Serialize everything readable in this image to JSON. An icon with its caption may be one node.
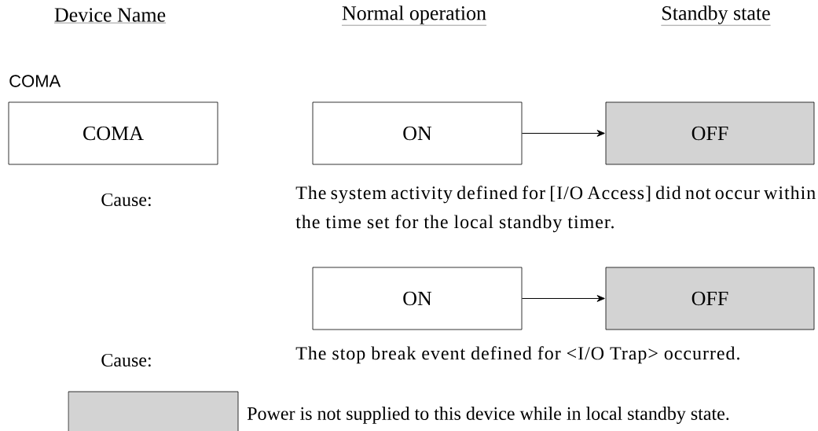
{
  "diagram": {
    "nodes": [
      {
        "text": [
          "COMA"
        ]
      },
      {
        "text": [
          "ON"
        ]
      },
      {
        "text": [
          "OFF"
        ]
      },
      {
        "text": [
          "ON"
        ]
      },
      {
        "text": [
          "OFF"
        ]
      }
    ],
    "edges": [
      {
        "from": 1,
        "to": 2,
        "arrow": "to"
      },
      {
        "from": 3,
        "to": 4,
        "arrow": "to"
      }
    ],
    "labels": [
      "Device Name",
      "Normal operation",
      "Standby state",
      "COMA",
      "Cause:",
      "The system activity defined for [I/O Access] did not occur within the time set for the local standby timer.",
      "Cause:",
      "The stop break event defined for <I/O Trap> occurred."
    ],
    "legend": [
      {
        "text": "Power is not supplied to this device while in local standby state.",
        "color": "#d3d3d3"
      }
    ]
  }
}
